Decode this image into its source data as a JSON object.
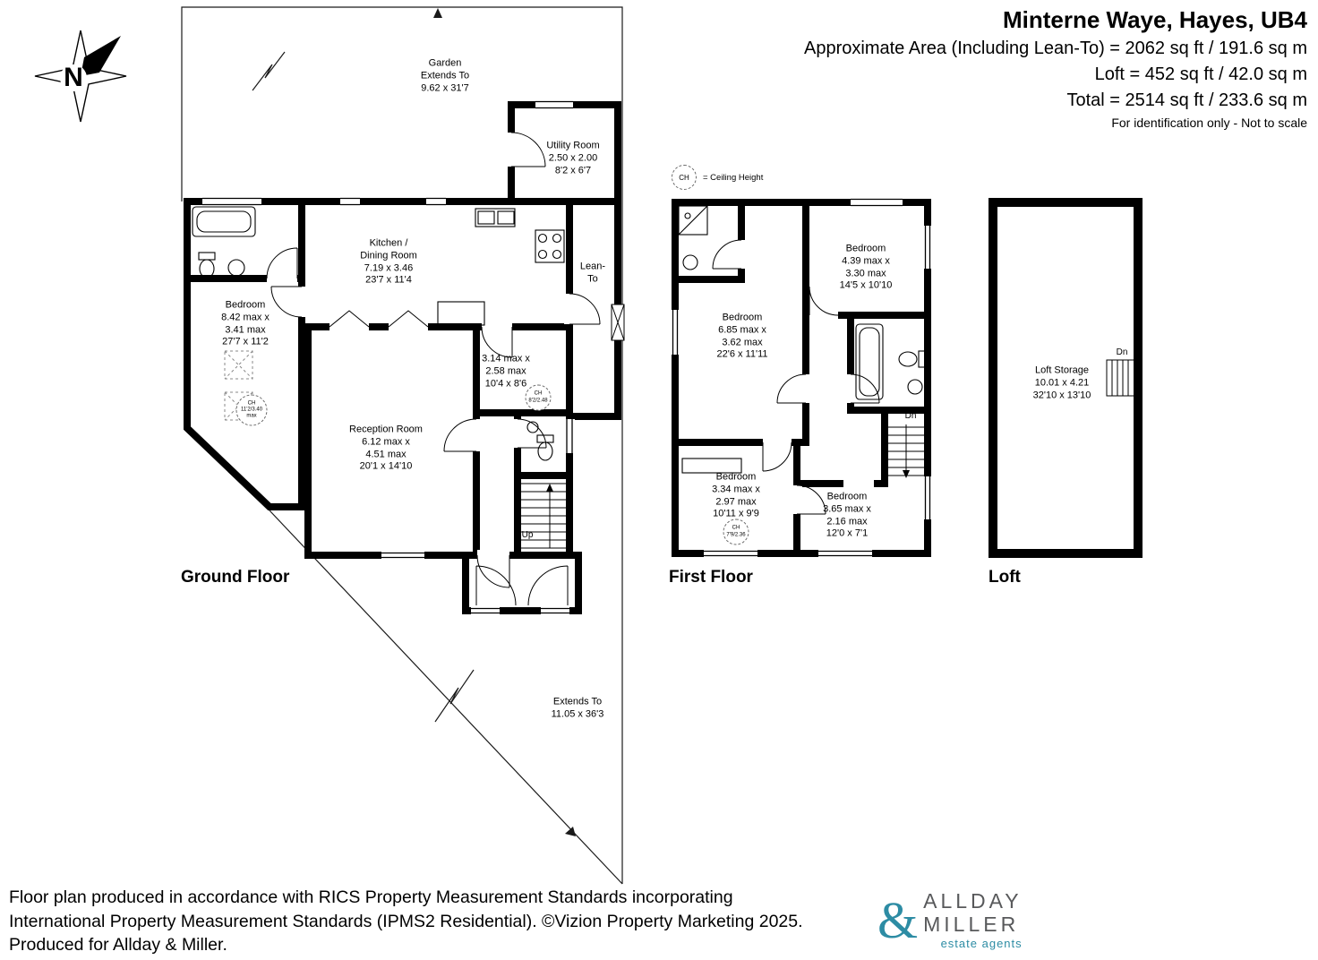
{
  "header": {
    "title": "Minterne Waye, Hayes, UB4",
    "area_lines": [
      "Approximate Area (Including Lean-To) = 2062 sq ft / 191.6 sq m",
      "Loft = 452 sq ft / 42.0 sq m",
      "Total = 2514 sq ft / 233.6 sq m"
    ],
    "note": "For identification only - Not to scale"
  },
  "compass": {
    "letter": "N"
  },
  "legend": {
    "symbol": "CH",
    "label": "= Ceiling Height"
  },
  "ground_floor": {
    "title": "Ground Floor",
    "garden": "Garden\nExtends To\n9.62 x 31'7",
    "extends": "Extends To\n11.05 x 36'3",
    "utility": "Utility Room\n2.50 x 2.00\n8'2 x 6'7",
    "kitchen": "Kitchen /\nDining Room\n7.19 x 3.46\n23'7 x 11'4",
    "lean_to": "Lean-\nTo",
    "bedroom": "Bedroom\n8.42 max x\n3.41 max\n27'7 x 11'2",
    "middle_room": "3.14 max x\n2.58 max\n10'4 x 8'6",
    "reception": "Reception Room\n6.12 max x\n4.51 max\n20'1 x 14'10",
    "up": "Up",
    "ch_reception": "CH\n8'2/2.48",
    "ch_bedroom": "CH\n11'2/3.40\nmax"
  },
  "first_floor": {
    "title": "First Floor",
    "bedroom_left": "Bedroom\n6.85 max x\n3.62 max\n22'6 x 11'11",
    "bedroom_top_right": "Bedroom\n4.39 max x\n3.30 max\n14'5 x 10'10",
    "bedroom_bottom_left": "Bedroom\n3.34 max x\n2.97 max\n10'11 x 9'9",
    "bedroom_bottom_right": "Bedroom\n3.65 max x\n2.16 max\n12'0 x 7'1",
    "dn": "Dn",
    "ch": "CH\n7'9/2.36"
  },
  "loft": {
    "title": "Loft",
    "storage": "Loft Storage\n10.01 x 4.21\n32'10 x 13'10",
    "dn": "Dn"
  },
  "footer": {
    "line1": "Floor plan produced in accordance with RICS Property Measurement Standards incorporating",
    "line2": "International Property Measurement Standards (IPMS2 Residential). ©Vizion Property Marketing 2025.",
    "line3": "Produced for Allday & Miller."
  },
  "logo": {
    "amp": "&",
    "name_top": "ALLDAY",
    "name_bottom": "MILLER",
    "tagline": "estate agents",
    "accent_color": "#2d8ca4"
  }
}
